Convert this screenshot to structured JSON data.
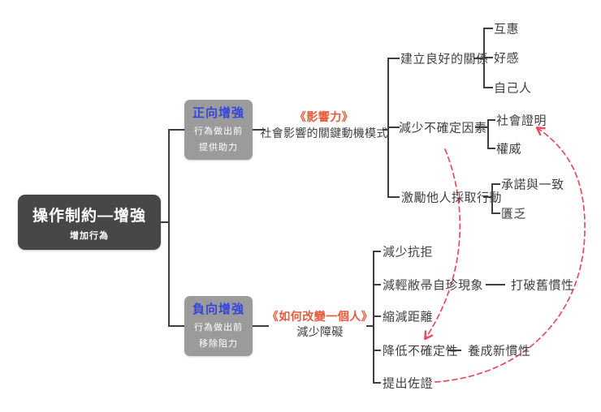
{
  "root": {
    "title": "操作制約—增強",
    "subtitle": "增加行為"
  },
  "positive": {
    "box": {
      "title": "正向增強",
      "body1": "行為做出前",
      "body2": "提供助力"
    },
    "book": {
      "title": "《影響力》",
      "subtitle": "社會影響的關鍵動機模式"
    },
    "nodes": {
      "n1": "建立良好的關係",
      "n1c": [
        "互惠",
        "好感",
        "自己人"
      ],
      "n2": "減少不確定因素",
      "n2c": [
        "社會證明",
        "權威"
      ],
      "n3": "激勵他人採取行動",
      "n3c": [
        "承諾與一致",
        "匱乏"
      ]
    }
  },
  "negative": {
    "box": {
      "title": "負向增強",
      "body1": "行為做出前",
      "body2": "移除阻力"
    },
    "book": {
      "title": "《如何改變一個人》",
      "subtitle": "減少障礙"
    },
    "nodes": [
      "減少抗拒",
      "減輕敝帚自珍現象",
      "縮減距離",
      "降低不確定性",
      "提出佐證"
    ],
    "linked": {
      "break_old": "打破舊慣性",
      "form_new": "養成新慣性"
    }
  },
  "colors": {
    "root_box": "#474747",
    "branch_box": "#9b9b9b",
    "branch_title_blue": "#3447dd",
    "book_title_red": "#e85a3e",
    "connector": "#3e3e3e",
    "relation_arrow": "#ec4a5c",
    "text": "#3f3f3f",
    "background": "#ffffff"
  }
}
